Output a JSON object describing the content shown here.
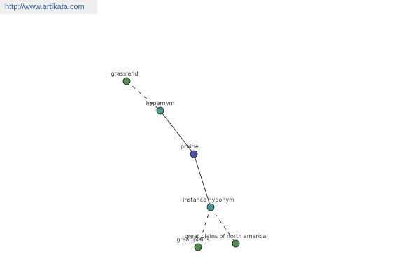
{
  "header": {
    "link_text": "http://www.artikata.com"
  },
  "graph": {
    "nodes": [
      {
        "id": "grassland",
        "label": "grassland",
        "color": "#4f8f4f"
      },
      {
        "id": "hypernym",
        "label": "hypernym",
        "color": "#4a9a9a"
      },
      {
        "id": "prairie",
        "label": "prairie",
        "color": "#4a55a8"
      },
      {
        "id": "instance-hyponym",
        "label": "instance hyponym",
        "color": "#4a9a9a"
      },
      {
        "id": "great-plains",
        "label": "great plains",
        "color": "#4f8f4f"
      },
      {
        "id": "great-plains-of-north-america",
        "label": "great plains of north america",
        "color": "#4f8f4f"
      }
    ],
    "edges": [
      {
        "from": "grassland",
        "to": "hypernym",
        "style": "dashed"
      },
      {
        "from": "hypernym",
        "to": "prairie",
        "style": "solid"
      },
      {
        "from": "prairie",
        "to": "instance-hyponym",
        "style": "solid"
      },
      {
        "from": "instance-hyponym",
        "to": "great-plains",
        "style": "dashed"
      },
      {
        "from": "instance-hyponym",
        "to": "great-plains-of-north-america",
        "style": "dashed"
      }
    ]
  }
}
